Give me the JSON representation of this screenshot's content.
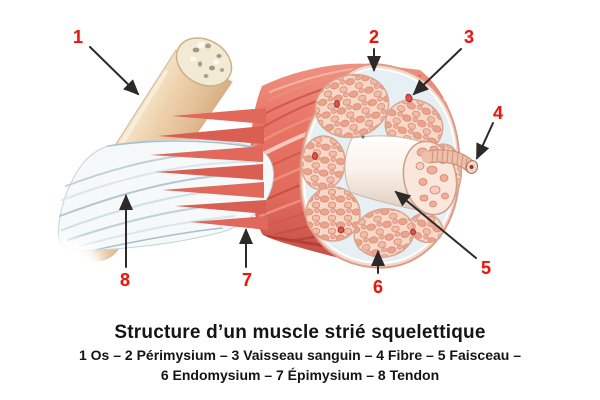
{
  "caption": {
    "title": "Structure d’un muscle strié squelettique",
    "legend_line1": "1 Os – 2 Périmysium – 3 Vaisseau sanguin – 4 Fibre – 5 Faisceau –",
    "legend_line2": "6 Endomysium – 7 Épimysium – 8 Tendon"
  },
  "annotations": [
    {
      "number": "1",
      "part": "Os"
    },
    {
      "number": "2",
      "part": "Périmysium"
    },
    {
      "number": "3",
      "part": "Vaisseau sanguin"
    },
    {
      "number": "4",
      "part": "Fibre"
    },
    {
      "number": "5",
      "part": "Faisceau"
    },
    {
      "number": "6",
      "part": "Endomysium"
    },
    {
      "number": "7",
      "part": "Épimysium"
    },
    {
      "number": "8",
      "part": "Tendon"
    }
  ],
  "colors": {
    "label_red": "#e41a12",
    "arrow": "#2e2a2a",
    "muscle": "#e06a5c",
    "bone": "#ecd0ad",
    "tendon": "#f6f9fa",
    "perimysium": "#e6eff3",
    "fascicle": "#f7d8c9",
    "vessel": "#e2504a",
    "background": "#ffffff"
  }
}
